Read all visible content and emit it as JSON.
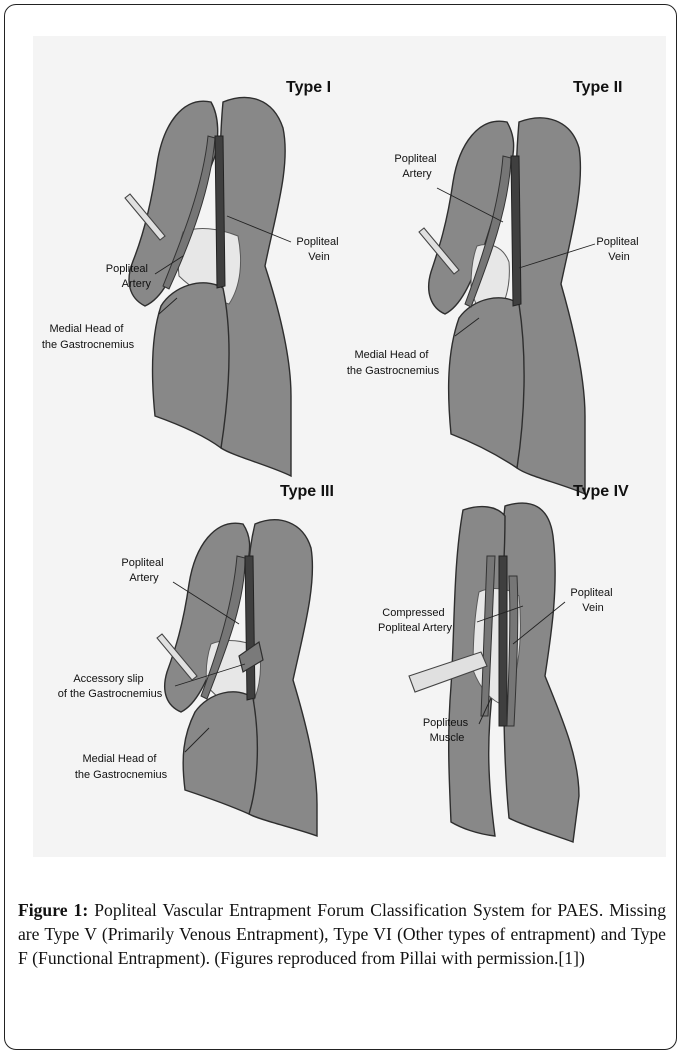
{
  "panels": [
    {
      "title": "Type I",
      "labels": {
        "popliteal_vein": [
          "Popliteal",
          "Vein"
        ],
        "popliteal_artery": [
          "Popliteal",
          "Artery"
        ],
        "medial_head": [
          "Medial Head of",
          "the Gastrocnemius"
        ]
      }
    },
    {
      "title": "Type II",
      "labels": {
        "popliteal_artery": [
          "Popliteal",
          "Artery"
        ],
        "popliteal_vein": [
          "Popliteal",
          "Vein"
        ],
        "medial_head": [
          "Medial Head of",
          "the Gastrocnemius"
        ]
      }
    },
    {
      "title": "Type III",
      "labels": {
        "popliteal_artery": [
          "Popliteal",
          "Artery"
        ],
        "accessory_slip": [
          "Accessory slip",
          "of the Gastrocnemius"
        ],
        "medial_head": [
          "Medial Head of",
          "the Gastrocnemius"
        ]
      }
    },
    {
      "title": "Type IV",
      "labels": {
        "popliteal_vein": [
          "Popliteal",
          "Vein"
        ],
        "compressed_artery": [
          "Compressed",
          "Popliteal Artery"
        ],
        "popliteus_muscle": [
          "Popliteus",
          "Muscle"
        ]
      }
    }
  ],
  "caption": {
    "label": "Figure 1:",
    "text": " Popliteal Vascular Entrapment Forum Classification System for PAES. Missing are Type V (Primarily Venous Entrapment), Type VI (Other types of entrapment) and Type F (Functional Entrapment). (Figures reproduced from Pillai with permission.[1])"
  },
  "colors": {
    "muscle": "#888888",
    "vein": "#3f3f3f",
    "artery": "#767676",
    "background": "#f4f4f4"
  }
}
